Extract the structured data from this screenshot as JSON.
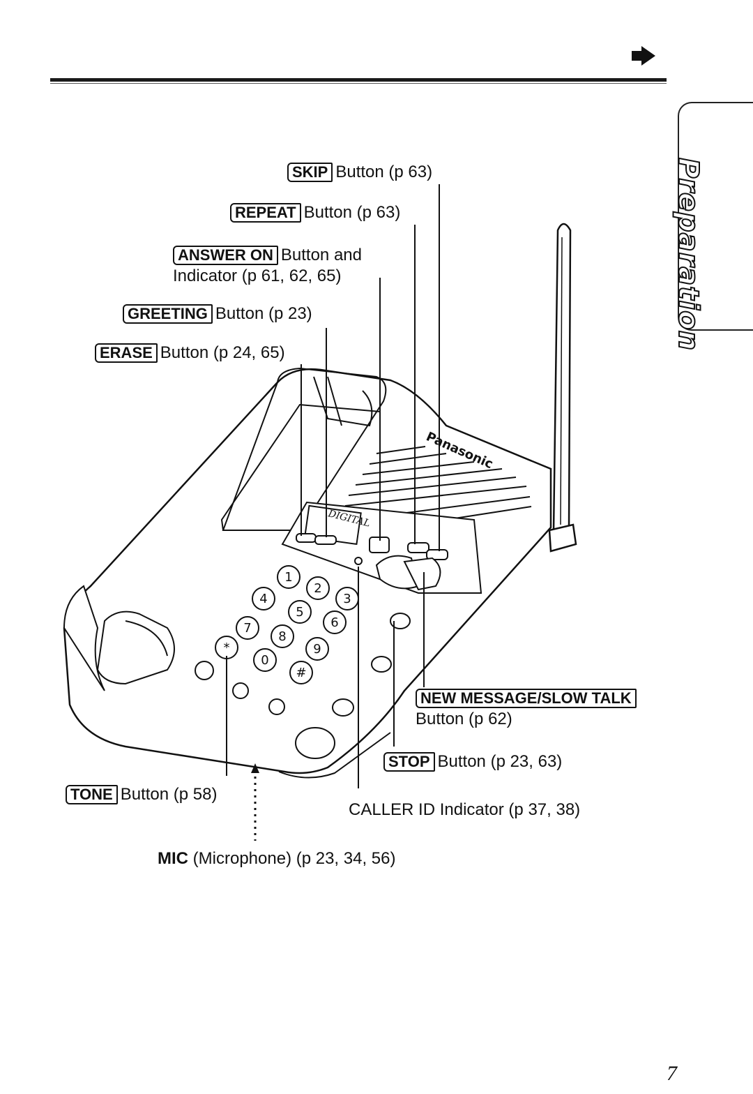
{
  "callouts": {
    "skip": {
      "key": "SKIP",
      "text": "Button (p 63)"
    },
    "repeat": {
      "key": "REPEAT",
      "text": "Button (p 63)"
    },
    "answer_on": {
      "key": "ANSWER ON",
      "text": "Button and",
      "line2": "Indicator (p 61, 62, 65)"
    },
    "greeting": {
      "key": "GREETING",
      "text": "Button (p 23)"
    },
    "erase": {
      "key": "ERASE",
      "text": "Button (p 24, 65)"
    },
    "new_message": {
      "key": "NEW MESSAGE/SLOW TALK",
      "line2": "Button (p 62)"
    },
    "stop": {
      "key": "STOP",
      "text": "Button (p 23, 63)"
    },
    "tone": {
      "key": "TONE",
      "text": "Button (p 58)"
    },
    "caller_id": {
      "text": "CALLER ID Indicator (p 37, 38)"
    },
    "mic": {
      "bold": "MIC",
      "text": "(Microphone) (p 23, 34, 56)"
    }
  },
  "device": {
    "brand": "Panasonic",
    "display_label": "DIGITAL",
    "keypad": [
      "1",
      "2",
      "3",
      "4",
      "5",
      "6",
      "7",
      "8",
      "9",
      "*",
      "0",
      "#"
    ]
  },
  "section_tab": "Preparation",
  "page_number": "7"
}
